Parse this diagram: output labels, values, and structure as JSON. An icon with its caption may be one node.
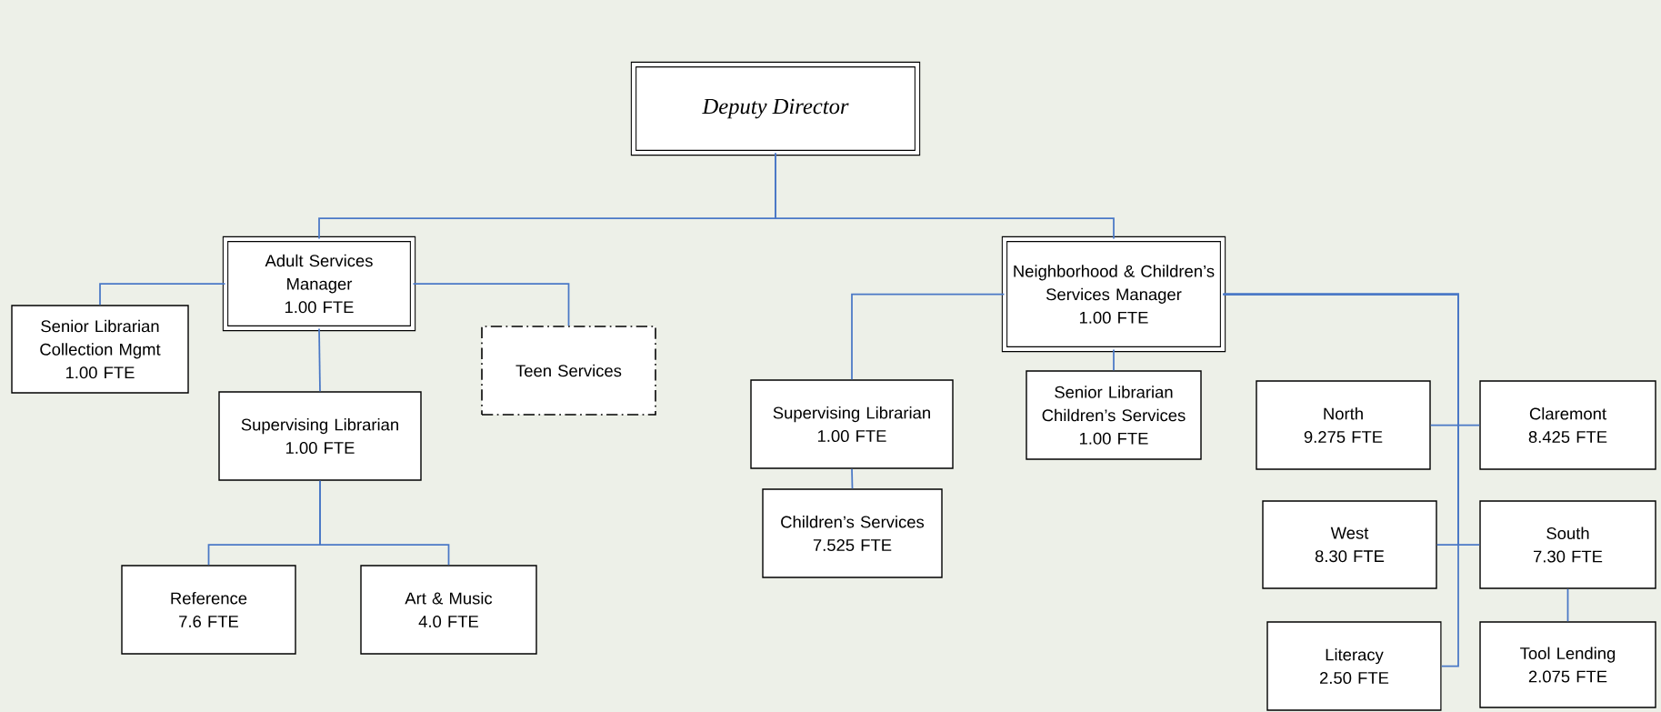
{
  "diagram": {
    "nodes": [
      {
        "text": [
          "Deputy Director"
        ]
      },
      {
        "text": [
          "Adult Services Manager",
          "1.00 FTE"
        ]
      },
      {
        "text": [
          "Senior Librarian Collection Mgmt",
          "1.00 FTE"
        ]
      },
      {
        "text": [
          "Teen Services"
        ]
      },
      {
        "text": [
          "Supervising Librarian",
          "1.00 FTE"
        ]
      },
      {
        "text": [
          "Reference",
          "7.6 FTE"
        ]
      },
      {
        "text": [
          "Art & Music",
          "4.0 FTE"
        ]
      },
      {
        "text": [
          "Neighborhood & Children’s Services Manager",
          "1.00 FTE"
        ]
      },
      {
        "text": [
          "Supervising Librarian",
          "1.00 FTE"
        ]
      },
      {
        "text": [
          "Children’s Services",
          "7.525 FTE"
        ]
      },
      {
        "text": [
          "Senior Librarian Children’s Services",
          "1.00 FTE"
        ]
      },
      {
        "text": [
          "North",
          "9.275 FTE"
        ]
      },
      {
        "text": [
          "Claremont",
          "8.425 FTE"
        ]
      },
      {
        "text": [
          "West",
          "8.30 FTE"
        ]
      },
      {
        "text": [
          "South",
          "7.30 FTE"
        ]
      },
      {
        "text": [
          "Literacy",
          "2.50 FTE"
        ]
      },
      {
        "text": [
          "Tool Lending",
          "2.075 FTE"
        ]
      }
    ],
    "edges": [
      {
        "from": 0,
        "to": 1,
        "arrow": "none"
      },
      {
        "from": 0,
        "to": 7,
        "arrow": "none"
      },
      {
        "from": 1,
        "to": 2,
        "arrow": "none"
      },
      {
        "from": 1,
        "to": 3,
        "arrow": "none"
      },
      {
        "from": 1,
        "to": 4,
        "arrow": "none"
      },
      {
        "from": 4,
        "to": 5,
        "arrow": "none"
      },
      {
        "from": 4,
        "to": 6,
        "arrow": "none"
      },
      {
        "from": 7,
        "to": 8,
        "arrow": "none"
      },
      {
        "from": 7,
        "to": 10,
        "arrow": "none"
      },
      {
        "from": 8,
        "to": 9,
        "arrow": "none"
      },
      {
        "from": 7,
        "to": 11,
        "arrow": "none"
      },
      {
        "from": 7,
        "to": 12,
        "arrow": "none"
      },
      {
        "from": 7,
        "to": 13,
        "arrow": "none"
      },
      {
        "from": 7,
        "to": 14,
        "arrow": "none"
      },
      {
        "from": 7,
        "to": 15,
        "arrow": "none"
      },
      {
        "from": 14,
        "to": 16,
        "arrow": "none"
      }
    ]
  }
}
